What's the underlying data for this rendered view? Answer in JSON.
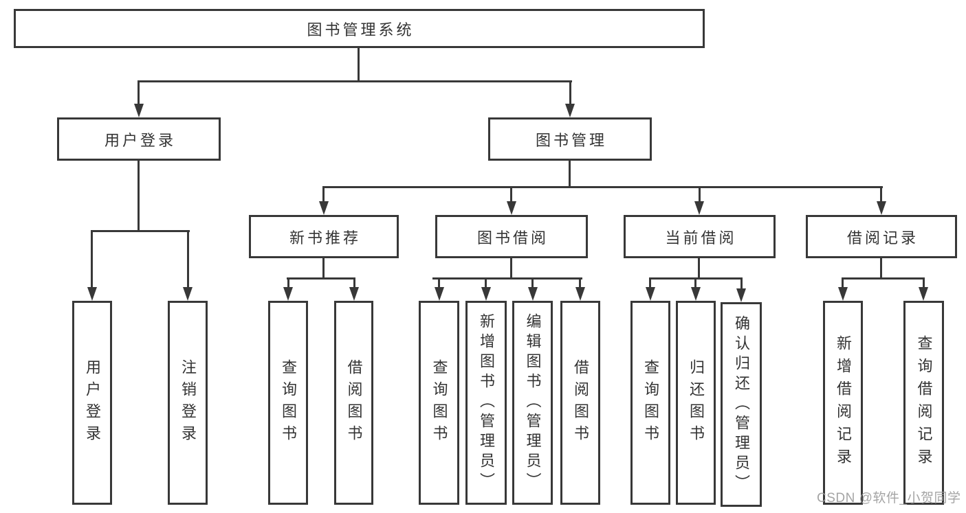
{
  "diagram_title": "图书管理系统",
  "tree": {
    "root": {
      "label": "图书管理系统"
    },
    "branches": [
      {
        "label": "用户登录",
        "children": [
          {
            "label": "用户登录"
          },
          {
            "label": "注销登录"
          }
        ]
      },
      {
        "label": "图书管理",
        "children": [
          {
            "label": "新书推荐",
            "children": [
              {
                "label": "查询图书"
              },
              {
                "label": "借阅图书"
              }
            ]
          },
          {
            "label": "图书借阅",
            "children": [
              {
                "label": "查询图书"
              },
              {
                "label": "新增图书（管理员）"
              },
              {
                "label": "编辑图书（管理员）"
              },
              {
                "label": "借阅图书"
              }
            ]
          },
          {
            "label": "当前借阅",
            "children": [
              {
                "label": "查询图书"
              },
              {
                "label": "归还图书"
              },
              {
                "label": "确认归还（管理员）"
              }
            ]
          },
          {
            "label": "借阅记录",
            "children": [
              {
                "label": "新增借阅记录"
              },
              {
                "label": "查询借阅记录"
              }
            ]
          }
        ]
      }
    ]
  },
  "watermark": {
    "text": "CSDN @软件_小贺同学"
  },
  "colors": {
    "line": "#383838",
    "text": "#333333",
    "watermark": "#9b9b9b",
    "background": "#ffffff"
  }
}
